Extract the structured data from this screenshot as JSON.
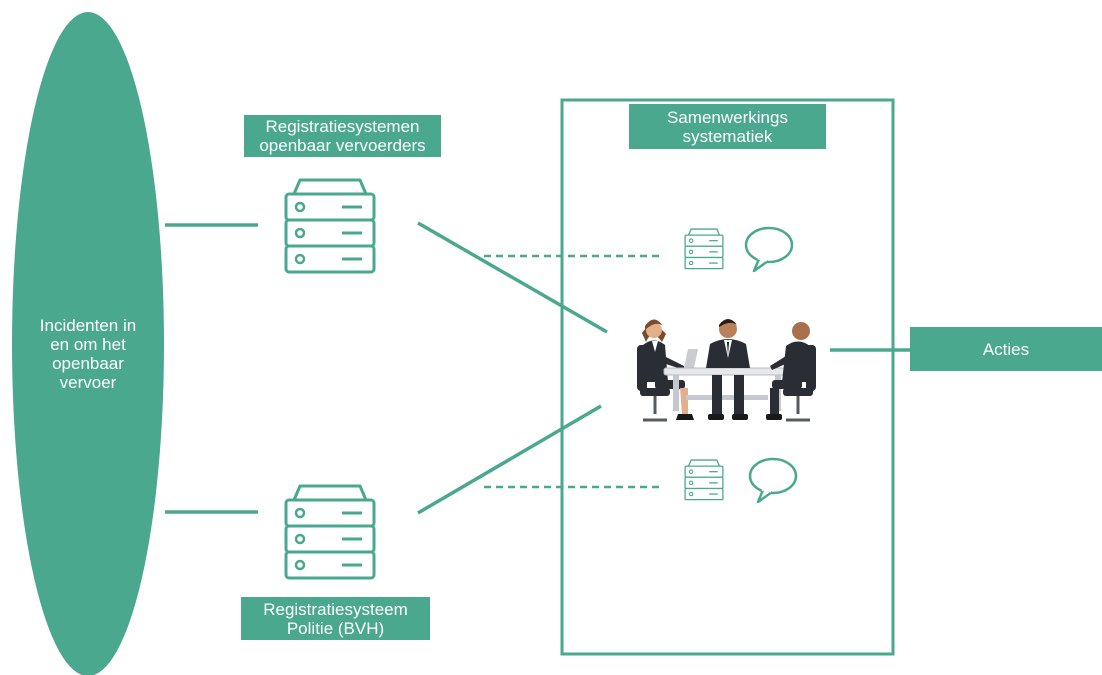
{
  "incident_source": {
    "lines": [
      "Incidenten in",
      "en om het",
      "openbaar",
      "vervoer"
    ]
  },
  "carrier_registry": {
    "lines": [
      "Registratiesystemen",
      "openbaar vervoerders"
    ]
  },
  "police_registry": {
    "lines": [
      "Registratiesysteem",
      "Politie (BVH)"
    ]
  },
  "cooperation": {
    "lines": [
      "Samenwerkings",
      "systematiek"
    ]
  },
  "actions": {
    "label": "Acties"
  },
  "colors": {
    "accent": "#4aa88f",
    "text_on_accent": "#ffffff",
    "suit": "#2a2d33",
    "table_top": "#e6e8ea"
  },
  "icons": [
    "server-stack-icon",
    "speech-bubble-icon",
    "meeting-people-icon"
  ]
}
